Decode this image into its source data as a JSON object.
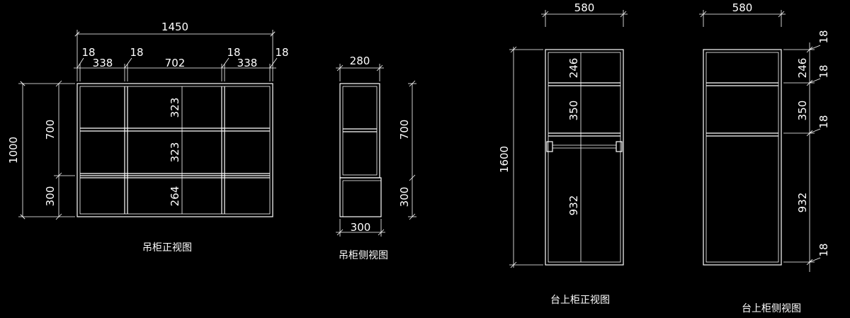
{
  "colors": {
    "background": "#000000",
    "line": "#ffffff",
    "panel": "#d8d8d8"
  },
  "hanging_front": {
    "caption": "吊柜正视图",
    "overall_width": "1450",
    "panel_18_a": "18",
    "panel_18_b": "18",
    "panel_18_c": "18",
    "panel_18_d": "18",
    "bay_left": "338",
    "bay_mid": "702",
    "bay_right": "338",
    "total_height": "1000",
    "upper_height": "700",
    "lower_height": "300",
    "shelf_1": "323",
    "shelf_2": "323",
    "shelf_3": "264"
  },
  "hanging_side": {
    "caption": "吊柜侧视图",
    "top_depth": "280",
    "bottom_depth": "300",
    "upper_height": "700",
    "lower_height": "300"
  },
  "tall_front": {
    "caption": "台上柜正视图",
    "width": "580",
    "height": "1600",
    "section_1": "246",
    "section_2": "350",
    "section_3": "932"
  },
  "tall_side": {
    "caption": "台上柜侧视图",
    "width": "580",
    "section_1": "246",
    "section_2": "350",
    "section_3": "932",
    "panel_18_a": "18",
    "panel_18_b": "18",
    "panel_18_c": "18",
    "panel_18_d": "18"
  }
}
